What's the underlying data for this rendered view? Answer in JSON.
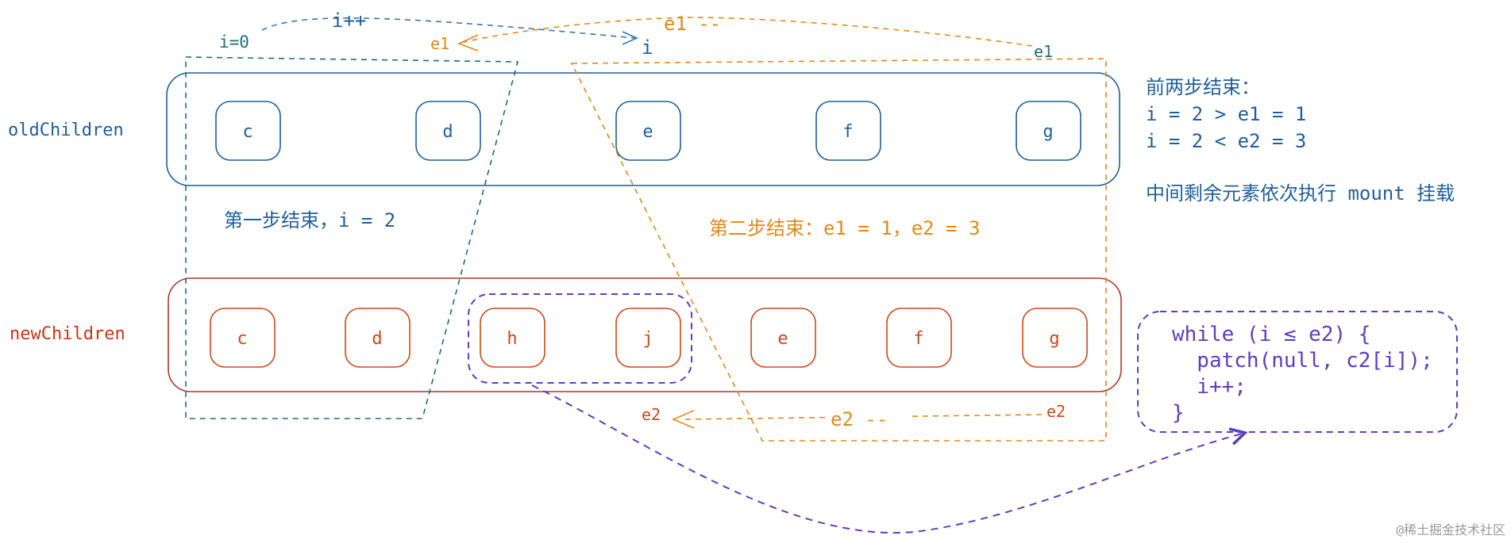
{
  "colors": {
    "blue": "#1f5f99",
    "teal": "#1e6e7a",
    "orange": "#e0891a",
    "red": "#c7351b",
    "nodeRed": "#c84a1a",
    "purple": "#5a3fc0",
    "watermark": "#9a9a9a"
  },
  "rows": {
    "old_label": "oldChildren",
    "new_label": "newChildren"
  },
  "old_nodes": [
    "c",
    "d",
    "e",
    "f",
    "g"
  ],
  "new_nodes": [
    "c",
    "d",
    "h",
    "j",
    "e",
    "f",
    "g"
  ],
  "annotations": {
    "i_start": "i=0",
    "i_inc": "i++",
    "i_pointer": "i",
    "e1_dec": "e1 --",
    "e1_left": "e1",
    "e1_right": "e1",
    "e2_dec": "e2 --",
    "e2_left": "e2",
    "e2_right": "e2",
    "step1": "第一步结束，i = 2",
    "step2": "第二步结束：e1 = 1，e2 = 3"
  },
  "notes": {
    "line1": "前两步结束：",
    "line2": "i = 2 > e1 = 1",
    "line3": "i = 2 < e2 = 3",
    "line4": "中间剩余元素依次执行 mount 挂载"
  },
  "code": [
    "while (i ≤ e2) {",
    "  patch(null, c2[i]);",
    "  i++;",
    "}"
  ],
  "watermark": "@稀土掘金技术社区"
}
